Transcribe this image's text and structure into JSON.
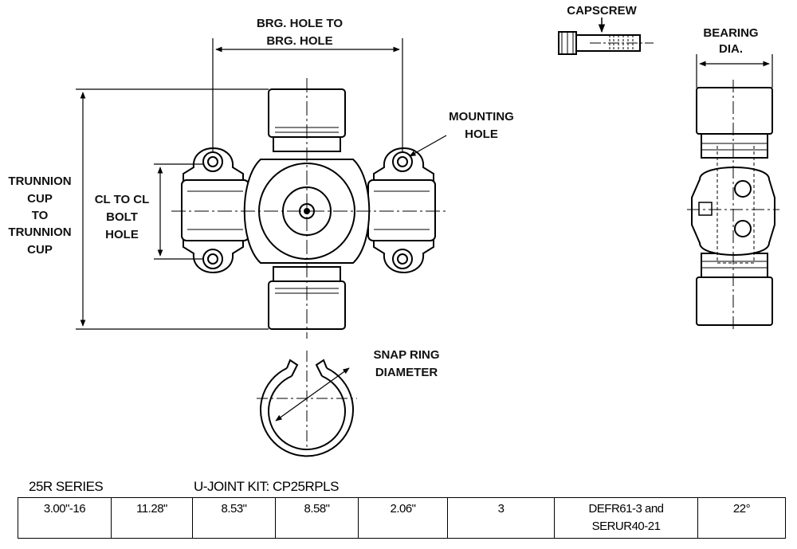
{
  "labels": {
    "brg_hole_line1": "BRG. HOLE TO",
    "brg_hole_line2": "BRG. HOLE",
    "capscrew": "CAPSCREW",
    "bearing_line1": "BEARING",
    "bearing_line2": "DIA.",
    "mounting_line1": "MOUNTING",
    "mounting_line2": "HOLE",
    "trunnion_line1": "TRUNNION",
    "trunnion_line2": "CUP",
    "trunnion_line3": "TO",
    "trunnion_line4": "TRUNNION",
    "trunnion_line5": "CUP",
    "cl_line1": "CL TO CL",
    "cl_line2": "BOLT",
    "cl_line3": "HOLE",
    "snap_line1": "SNAP RING",
    "snap_line2": "DIAMETER"
  },
  "series": "25R SERIES",
  "kit": "U-JOINT KIT: CP25RPLS",
  "specs": {
    "bearing_dia": "3.00\"-16",
    "trunnion_cup": "11.28\"",
    "brg_hole": "8.53\"",
    "cl_bolt_hole": "8.58\"",
    "snap_ring": "2.06\"",
    "mounting_holes": "3",
    "capscrew_line1": "DEFR61-3 and",
    "capscrew_line2": "SERUR40-21",
    "angle": "22°"
  }
}
